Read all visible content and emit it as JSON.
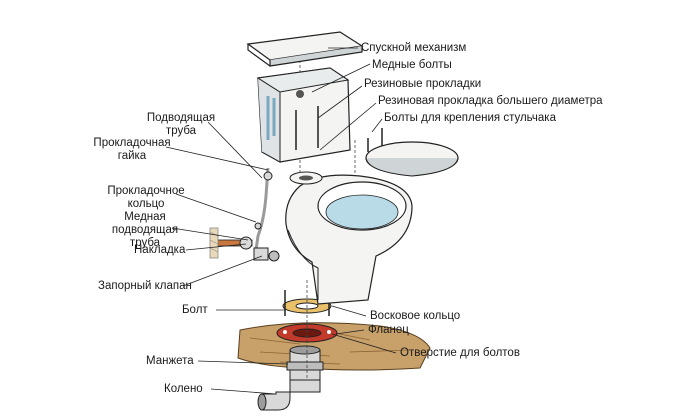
{
  "labels": {
    "flush_mechanism": "Спускной механизм",
    "brass_bolts": "Медные болты",
    "rubber_gaskets": "Резиновые прокладки",
    "large_rubber_gasket": "Резиновая прокладка большего диаметра",
    "seat_bolts": "Болты для крепления стульчака",
    "supply_pipe_l1": "Подводящая",
    "supply_pipe_l2": "труба",
    "gasket_nut_l1": "Прокладочная",
    "gasket_nut_l2": "гайка",
    "gasket_ring_l1": "Прокладочное",
    "gasket_ring_l2": "кольцо",
    "copper_pipe_l1": "Медная",
    "copper_pipe_l2": "подводящая",
    "copper_pipe_l3": "труба",
    "escutcheon": "Накладка",
    "shutoff_valve": "Запорный клапан",
    "bolt": "Болт",
    "wax_ring": "Восковое кольцо",
    "flange": "Фланец",
    "bolt_holes": "Отверстие для болтов",
    "cuff": "Манжета",
    "elbow": "Колено"
  },
  "colors": {
    "outline": "#222222",
    "porcelain": "#f4f5f3",
    "shadow": "#cfd4d6",
    "water": "#b9dbe8",
    "floor": "#c7a06a",
    "wax": "#e8c16a",
    "flange": "#c23a2a",
    "pipe": "#d9d9d9",
    "copper": "#c8773f"
  }
}
